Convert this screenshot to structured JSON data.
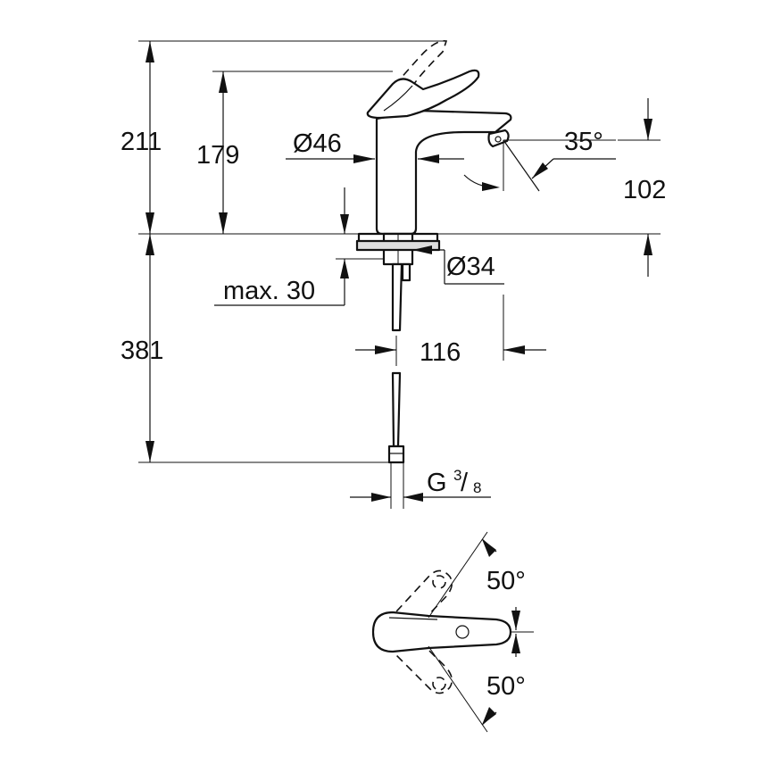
{
  "dimensions": {
    "total_height": "211",
    "spout_height": "179",
    "body_diameter": "Ø46",
    "spout_angle": "35°",
    "outlet_height": "102",
    "counter_thickness": "max. 30",
    "hole_diameter": "Ø34",
    "hose_length": "381",
    "projection": "116",
    "connection_prefix": "G",
    "connection_num": "3",
    "connection_den": "8",
    "handle_angle_top": "50°",
    "handle_angle_bottom": "50°"
  },
  "colors": {
    "line": "#111111",
    "background": "#ffffff"
  }
}
